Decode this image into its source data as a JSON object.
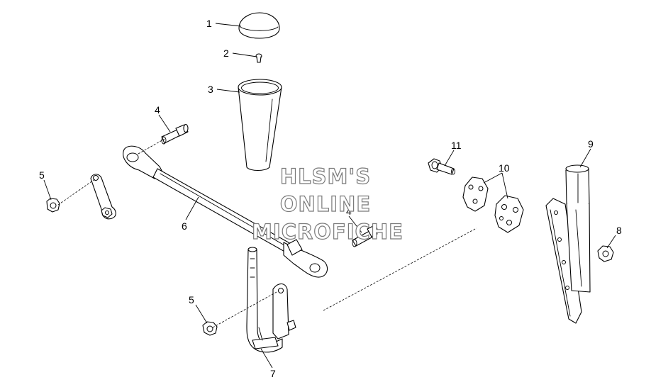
{
  "callouts": {
    "c1": "1",
    "c2": "2",
    "c3": "3",
    "c4a": "4",
    "c4b": "4",
    "c5a": "5",
    "c5b": "5",
    "c6": "6",
    "c7": "7",
    "c8": "8",
    "c9": "9",
    "c10": "10",
    "c11": "11"
  },
  "watermark": {
    "line1": "HLSM'S",
    "line2": "ONLINE",
    "line3": "MICROFICHE"
  }
}
